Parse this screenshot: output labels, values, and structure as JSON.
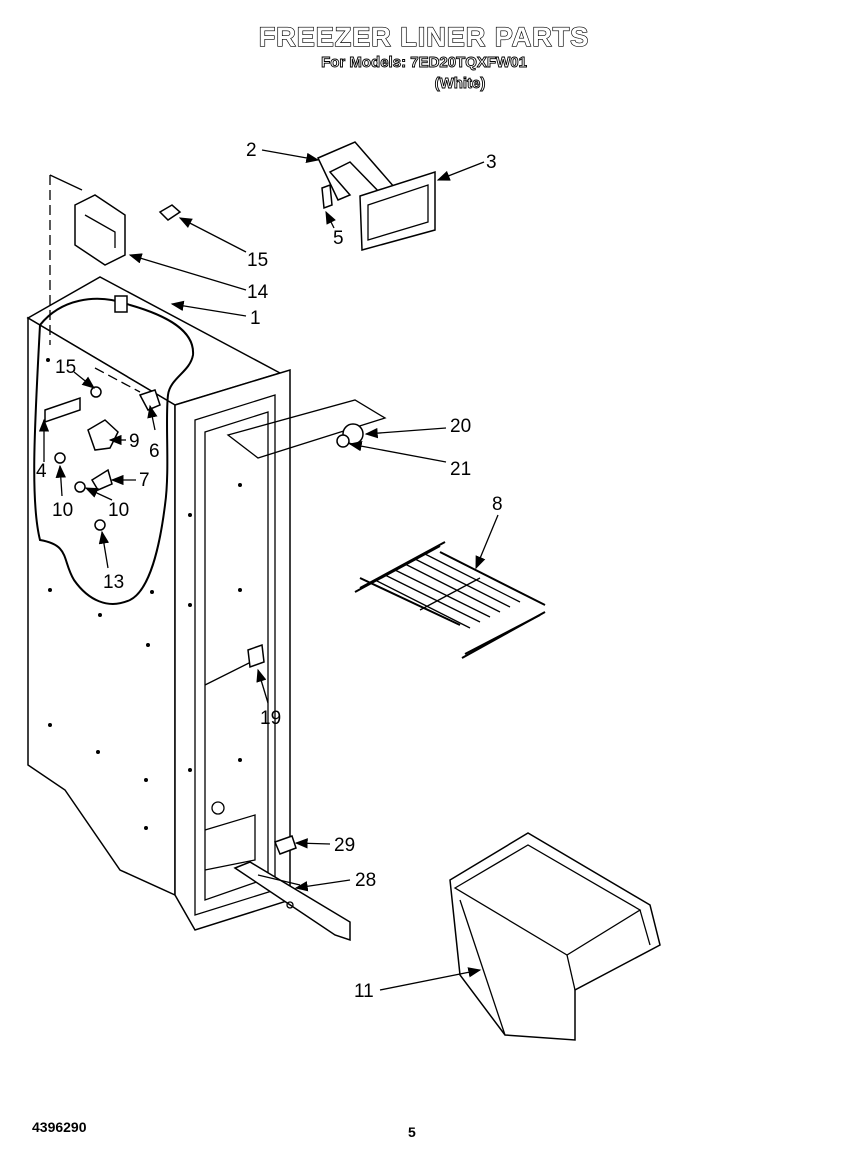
{
  "header": {
    "title": "FREEZER LINER PARTS",
    "models": "For Models: 7ED20TQXFW01",
    "color": "(White)"
  },
  "callouts": [
    "1",
    "2",
    "3",
    "4",
    "5",
    "6",
    "7",
    "8",
    "9",
    "10",
    "10",
    "11",
    "13",
    "14",
    "15",
    "15",
    "19",
    "20",
    "21",
    "28",
    "29"
  ],
  "footer": {
    "doc_number": "4396290",
    "page_number": "5"
  }
}
